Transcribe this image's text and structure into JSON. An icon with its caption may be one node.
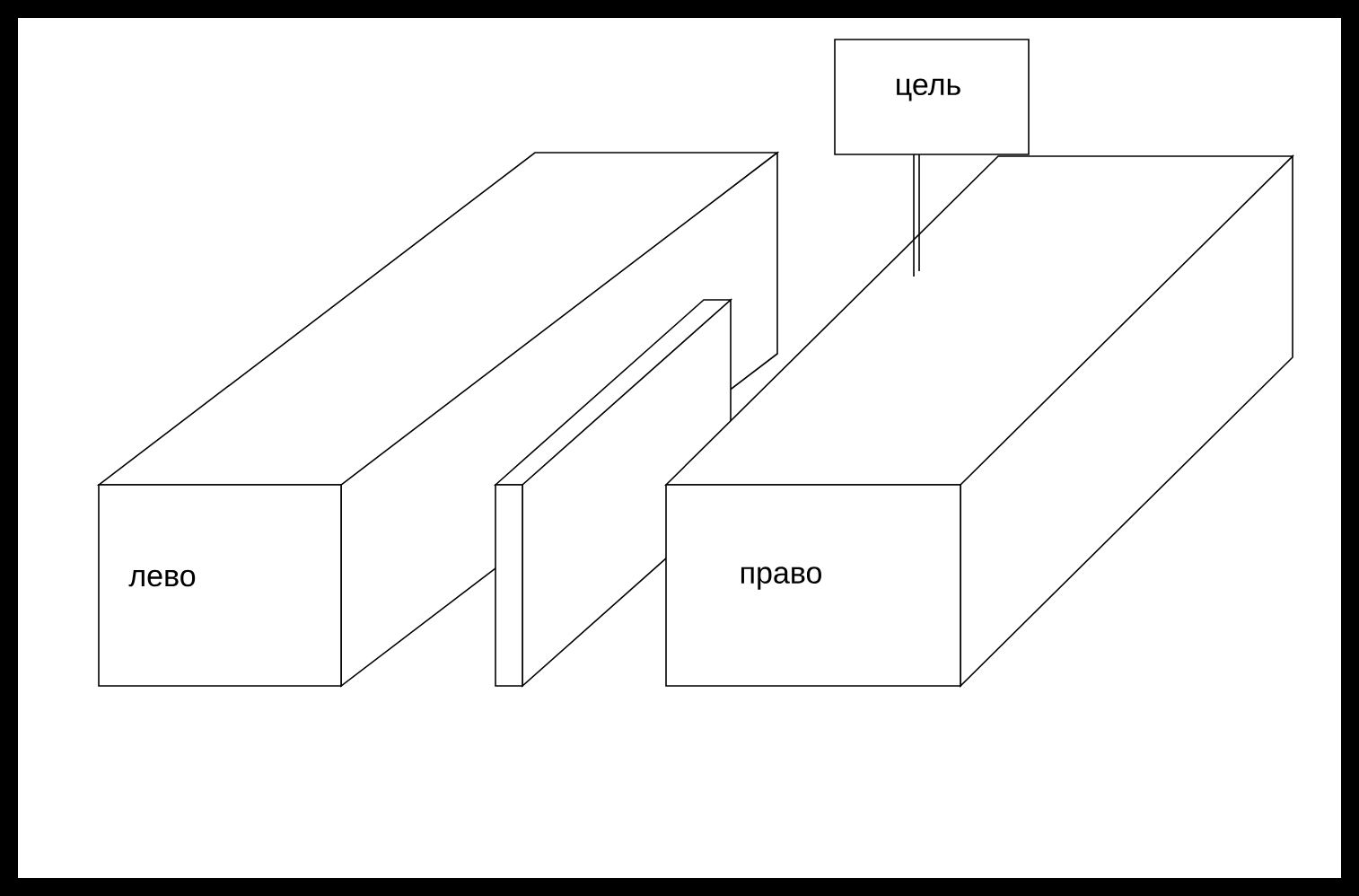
{
  "diagram": {
    "nodes": [
      {
        "text": [
          "цель"
        ]
      },
      {
        "text": [
          "лево"
        ]
      },
      {
        "text": [],
        "shape": "box"
      },
      {
        "text": [
          "право"
        ]
      }
    ]
  }
}
